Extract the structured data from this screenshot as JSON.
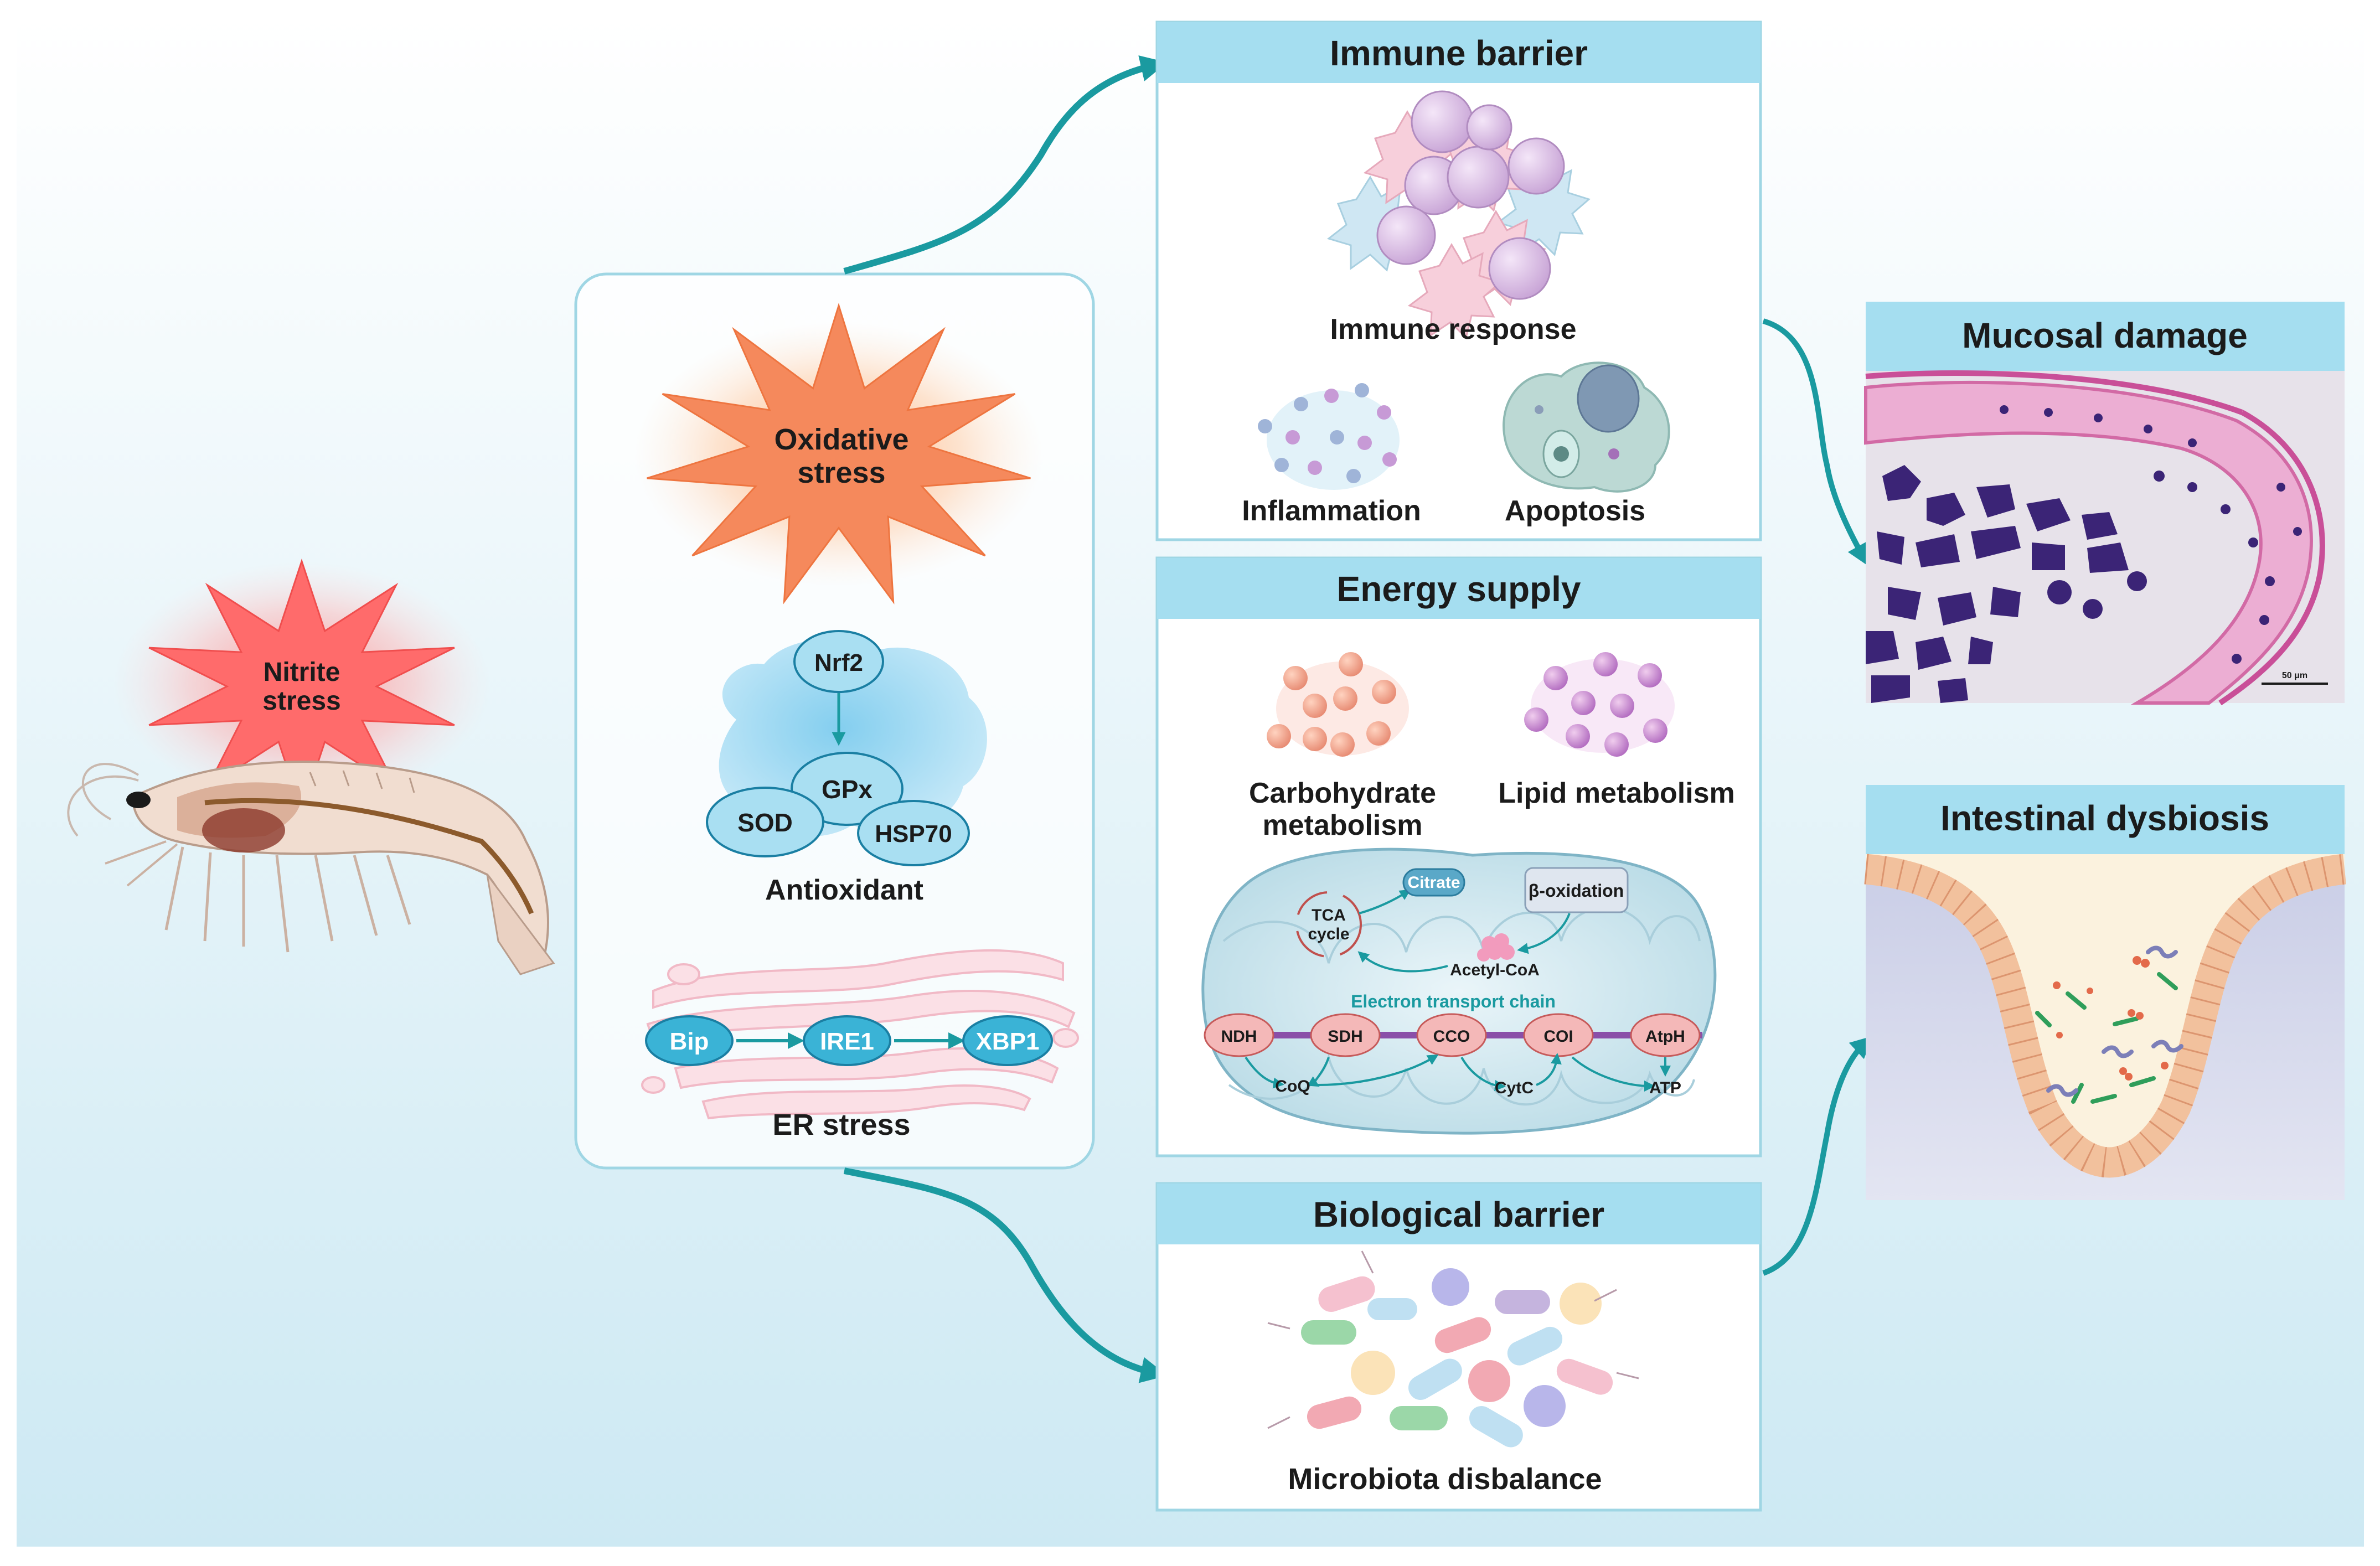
{
  "stress": {
    "nitrite_line1": "Nitrite",
    "nitrite_line2": "stress"
  },
  "center": {
    "oxidative_line1": "Oxidative",
    "oxidative_line2": "stress",
    "antioxidant_label": "Antioxidant",
    "nrf2": "Nrf2",
    "gpx": "GPx",
    "sod": "SOD",
    "hsp70": "HSP70",
    "er_label": "ER stress",
    "bip": "Bip",
    "ire1": "IRE1",
    "xbp1": "XBP1"
  },
  "immune": {
    "title": "Immune barrier",
    "response": "Immune response",
    "inflammation": "Inflammation",
    "apoptosis": "Apoptosis"
  },
  "energy": {
    "title": "Energy supply",
    "carb_line1": "Carbohydrate",
    "carb_line2": "metabolism",
    "lipid": "Lipid metabolism",
    "tca_line1": "TCA",
    "tca_line2": "cycle",
    "citrate": "Citrate",
    "beta_ox": "β-oxidation",
    "acetyl": "Acetyl-CoA",
    "etc": "Electron transport chain",
    "ndh": "NDH",
    "sdh": "SDH",
    "cco": "CCO",
    "coi": "COI",
    "atph": "AtpH",
    "coq": "CoQ",
    "cytc": "CytC",
    "atp": "ATP"
  },
  "bio": {
    "title": "Biological barrier",
    "label": "Microbiota disbalance"
  },
  "mucosal": {
    "title": "Mucosal damage",
    "scale": "50 μm"
  },
  "dysbiosis": {
    "title": "Intestinal dysbiosis"
  },
  "colors": {
    "header": "#a5def0",
    "teal": "#1a9aa0",
    "panel_border": "#9fd6e4",
    "stain_pink": "#e58bbd",
    "stain_purple": "#3b2476"
  }
}
